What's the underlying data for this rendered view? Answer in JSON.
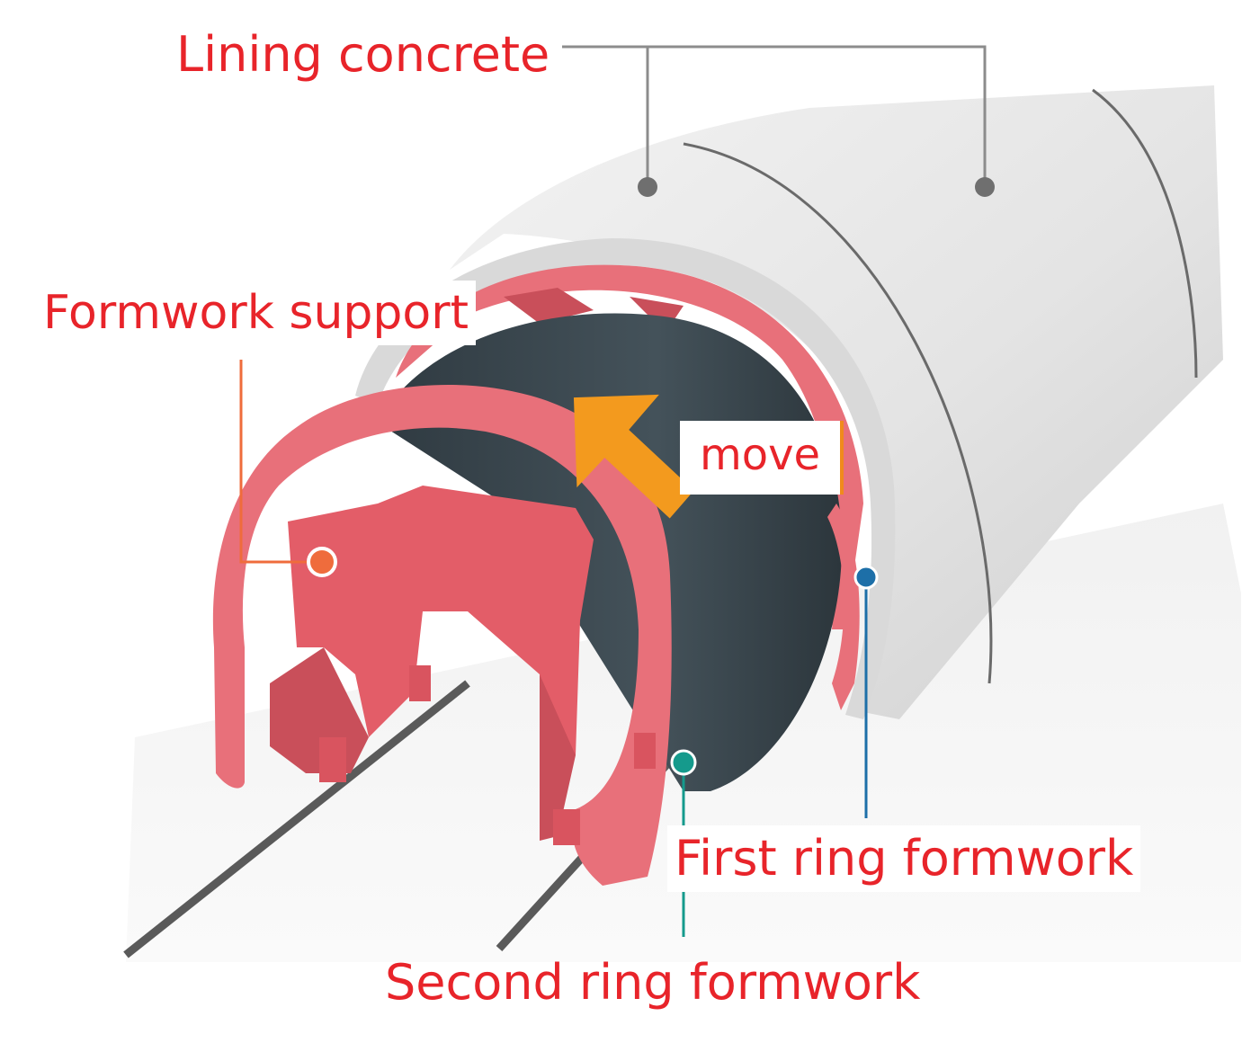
{
  "labels": {
    "lining_concrete": "Lining concrete",
    "formwork_support": "Formwork support",
    "move": "move",
    "first_ring_formwork": "First ring formwork",
    "second_ring_formwork": "Second ring formwork"
  },
  "colors": {
    "label_text": "#e8242a",
    "concrete_lining": "#e6e6e6",
    "formwork_ring": "#e8707a",
    "formwork_shadow": "#c94f5a",
    "inner_drum": "#3d4a52",
    "move_arrow": "#f39a1e",
    "leader_gray": "#8c8c8c",
    "support_marker": "#ef6c3c",
    "first_ring_marker": "#1d6fa8",
    "second_ring_marker": "#159a8c"
  },
  "icons": {
    "move_arrow": "arrow-down-left-icon"
  }
}
